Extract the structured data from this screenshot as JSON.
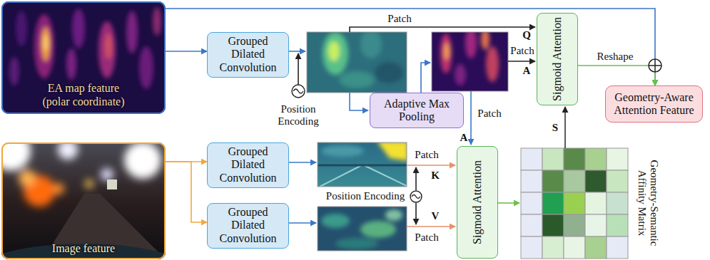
{
  "diagram": {
    "nodes": [
      {
        "text": [
          "EA map feature (polar coordinate)"
        ]
      },
      {
        "text": [
          "Image feature"
        ]
      },
      {
        "text": [
          "Grouped Dilated Convolution"
        ]
      },
      {
        "text": [
          "Grouped Dilated Convolution"
        ]
      },
      {
        "text": [
          "Grouped Dilated Convolution"
        ]
      },
      {
        "text": [
          "Adaptive Max Pooling"
        ]
      },
      {
        "text": [
          "Sigmoid Attention"
        ]
      },
      {
        "text": [
          "Sigmoid Attention"
        ]
      },
      {
        "text": [
          "Geometry-Aware Attention Feature"
        ]
      }
    ],
    "edges": [
      {
        "from": 0,
        "to": 2,
        "arrow": "to"
      },
      {
        "from": 1,
        "to": 3,
        "arrow": "to"
      },
      {
        "from": 1,
        "to": 4,
        "arrow": "to"
      },
      {
        "from": 0,
        "to": 8,
        "arrow": "to"
      },
      {
        "from": 6,
        "to": 8,
        "label": "Reshape",
        "arrow": "to"
      }
    ],
    "labels": [
      "Patch",
      "Q",
      "Patch",
      "A",
      "Position Encoding",
      "Patch",
      "A",
      "Patch",
      "K",
      "Position Encoding",
      "V",
      "Patch",
      "S",
      "Geometry-Semantic Affinity Matrix"
    ]
  }
}
